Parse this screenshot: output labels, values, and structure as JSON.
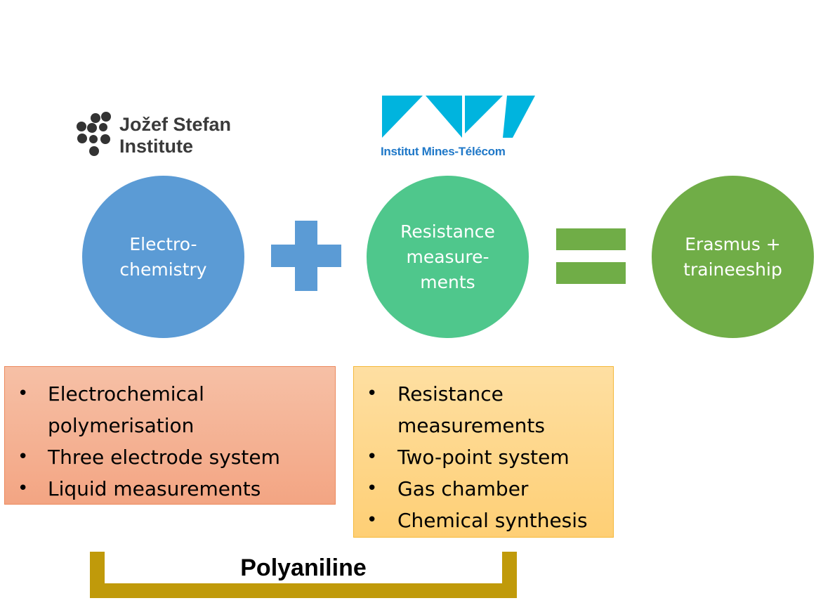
{
  "logos": {
    "left": {
      "name": "Jožef Stefan Institute logo",
      "line1": "Jožef  Stefan",
      "line2": "Institute",
      "color": "#3a3a3a"
    },
    "right": {
      "name": "Institut Mines-Télécom logo",
      "text": "Institut Mines-Télécom",
      "mark_color": "#00b4de",
      "text_color": "#1f78c8"
    }
  },
  "circles": [
    {
      "id": "electro",
      "label": "Electro-\nchemistry",
      "color": "#5b9bd5"
    },
    {
      "id": "resist",
      "label": "Resistance\nmeasure-\nments",
      "color": "#4fc78c"
    },
    {
      "id": "erasmus",
      "label": "Erasmus +\ntraineeship",
      "color": "#70ad47"
    }
  ],
  "operators": {
    "plus_color": "#5b9bd5",
    "equals_color": "#70ad47"
  },
  "boxes": {
    "left": {
      "bullet": "•",
      "items": [
        "Electrochemical\npolymerisation",
        "Three electrode system",
        "Liquid measurements"
      ]
    },
    "right": {
      "bullet": "•",
      "items": [
        "Resistance\nmeasurements",
        "Two-point system",
        "Gas chamber",
        "Chemical synthesis"
      ]
    }
  },
  "bracket": {
    "label": "Polyaniline",
    "color": "#c09a0a"
  }
}
